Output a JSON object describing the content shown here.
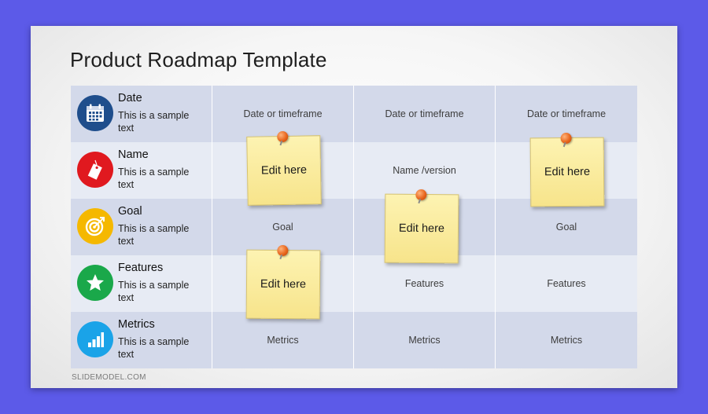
{
  "slide": {
    "title": "Product Roadmap Template",
    "footer": "SLIDEMODEL.COM"
  },
  "rows": [
    {
      "label": "Date",
      "desc": "This is a sample text",
      "icon": "calendar-icon",
      "color": "#1f4e8c",
      "cells": [
        "Date or timeframe",
        "Date or timeframe",
        "Date or timeframe"
      ]
    },
    {
      "label": "Name",
      "desc": "This is a sample text",
      "icon": "tag-icon",
      "color": "#e0191f",
      "cells": [
        "",
        "Name  /version",
        ""
      ]
    },
    {
      "label": "Goal",
      "desc": "This is a sample text",
      "icon": "target-icon",
      "color": "#f5b800",
      "cells": [
        "Goal",
        "",
        "Goal"
      ]
    },
    {
      "label": "Features",
      "desc": "This is a sample text",
      "icon": "star-icon",
      "color": "#1aa84a",
      "cells": [
        "",
        "Features",
        "Features"
      ]
    },
    {
      "label": "Metrics",
      "desc": "This is a sample text",
      "icon": "bar-chart-icon",
      "color": "#1aa3e8",
      "cells": [
        "Metrics",
        "Metrics",
        "Metrics"
      ]
    }
  ],
  "notes": [
    {
      "text": "Edit here"
    },
    {
      "text": "Edit here"
    },
    {
      "text": "Edit here"
    },
    {
      "text": "Edit here"
    }
  ]
}
